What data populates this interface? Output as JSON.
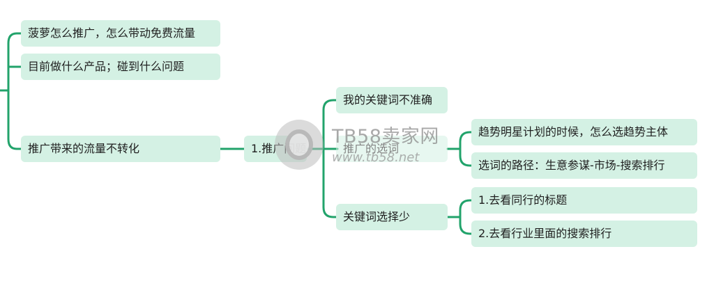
{
  "mindmap": {
    "branch_color": "#22a36b",
    "node_color": "#d4f1e4",
    "left_nodes": [
      "菠萝怎么推广，怎么带动免费流量",
      "目前做什么产品；碰到什么问题",
      "推广带来的流量不转化"
    ],
    "center_node": "1.推广问题",
    "mid_nodes": [
      "我的关键词不准确",
      "推广的选词",
      "关键词选择少"
    ],
    "right_nodes": [
      "趋势明星计划的时候，怎么选趋势主体",
      "选词的路径：生意参谋-市场-搜索排行",
      "1.去看同行的标题",
      "2.去看行业里面的搜索排行"
    ]
  },
  "watermark": {
    "brand": "TB58卖家网",
    "url": "www.tb58.net",
    "icon": "hand-logo-icon"
  }
}
